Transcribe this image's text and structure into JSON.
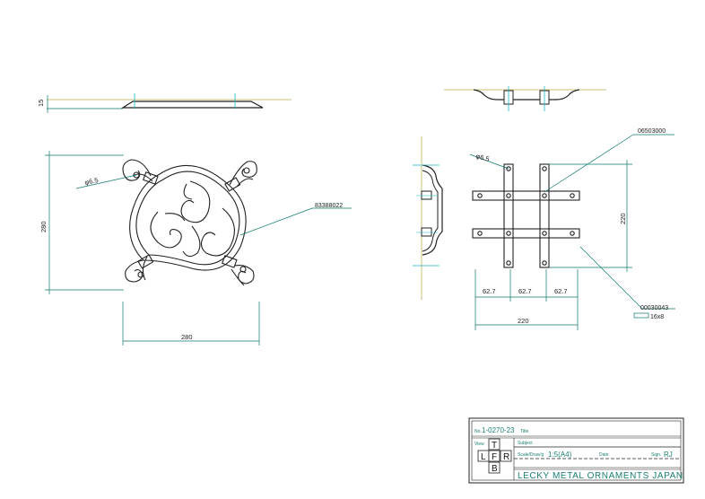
{
  "colors": {
    "outline": "#222222",
    "dimension": "#0c7a6e",
    "center_line": "#17b9c9",
    "reference_line": "#c8c07a"
  },
  "left_view": {
    "thickness_dim": "15",
    "dia_label": "φ6.5",
    "height_dim": "280",
    "width_dim": "280",
    "part_number": "83388022"
  },
  "right_view": {
    "part_number_top": "06503000",
    "dia_label": "φ6.5",
    "height_dim": "220",
    "pitch_1": "62.7",
    "pitch_2": "62.7",
    "pitch_3": "62.7",
    "width_dim": "220",
    "part_number_bottom": "00030043",
    "flat_bar_size": "16x8"
  },
  "title_block": {
    "no_label": "No.",
    "drawing_no": "1-0270-23",
    "title_label": "Title",
    "view_label": "View",
    "view_top": "T",
    "view_left": "L",
    "view_front": "F",
    "view_right": "R",
    "view_bottom": "B",
    "subject_label": "Subject",
    "scale_label": "Scale/Draw'g",
    "scale_value": "1:5(A4)",
    "date_label": "Date",
    "sign_label": "Sign.",
    "sign_value": "RJ",
    "company": "LECKY METAL ORNAMENTS JAPAN"
  }
}
